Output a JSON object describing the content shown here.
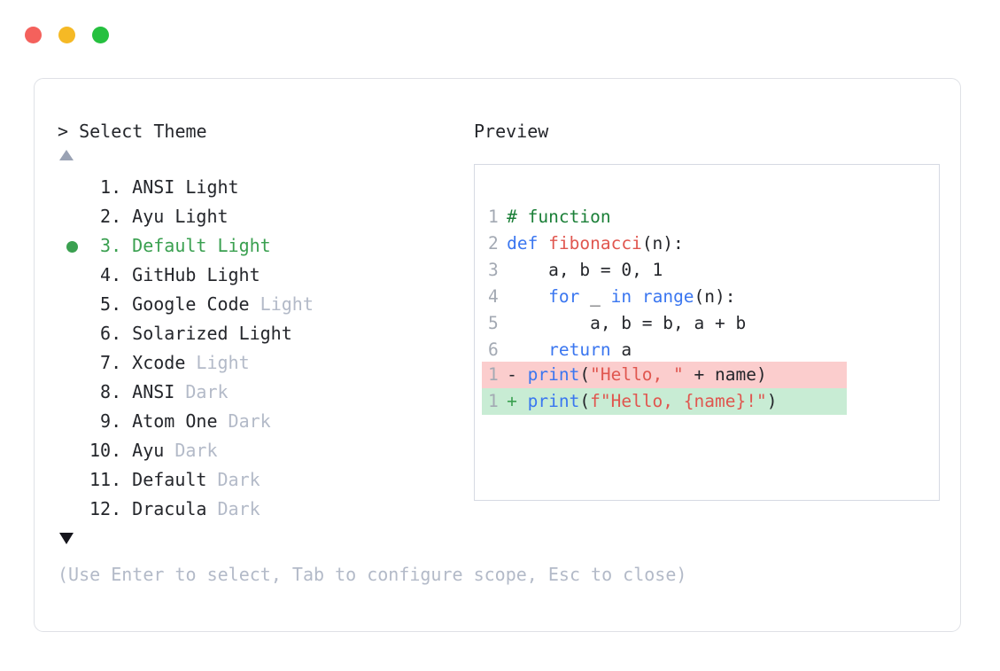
{
  "window": {
    "traffic_lights": [
      {
        "name": "close",
        "color": "#f4615c"
      },
      {
        "name": "minimize",
        "color": "#f5b925"
      },
      {
        "name": "maximize",
        "color": "#25c03f"
      }
    ]
  },
  "selector": {
    "prompt": "> Select Theme",
    "scroll_up_icon": "triangle-up",
    "scroll_down_icon": "triangle-down",
    "selected_index": 3,
    "selection_bullet_color": "#3aa050",
    "items": [
      {
        "num": " 1.",
        "name": "ANSI",
        "suffix": "Light",
        "suffix_dim": false,
        "selected": false
      },
      {
        "num": " 2.",
        "name": "Ayu",
        "suffix": "Light",
        "suffix_dim": false,
        "selected": false
      },
      {
        "num": " 3.",
        "name": "Default",
        "suffix": "Light",
        "suffix_dim": false,
        "selected": true
      },
      {
        "num": " 4.",
        "name": "GitHub",
        "suffix": "Light",
        "suffix_dim": false,
        "selected": false
      },
      {
        "num": " 5.",
        "name": "Google Code",
        "suffix": "Light",
        "suffix_dim": true,
        "selected": false
      },
      {
        "num": " 6.",
        "name": "Solarized",
        "suffix": "Light",
        "suffix_dim": false,
        "selected": false
      },
      {
        "num": " 7.",
        "name": "Xcode",
        "suffix": "Light",
        "suffix_dim": true,
        "selected": false
      },
      {
        "num": " 8.",
        "name": "ANSI",
        "suffix": "Dark",
        "suffix_dim": true,
        "selected": false
      },
      {
        "num": " 9.",
        "name": "Atom One",
        "suffix": "Dark",
        "suffix_dim": true,
        "selected": false
      },
      {
        "num": "10.",
        "name": "Ayu",
        "suffix": "Dark",
        "suffix_dim": true,
        "selected": false
      },
      {
        "num": "11.",
        "name": "Default",
        "suffix": "Dark",
        "suffix_dim": true,
        "selected": false
      },
      {
        "num": "12.",
        "name": "Dracula",
        "suffix": "Dark",
        "suffix_dim": true,
        "selected": false
      }
    ]
  },
  "hint": "(Use Enter to select, Tab to configure scope, Esc to close)",
  "preview": {
    "title": "Preview",
    "code_lines": [
      {
        "ln": "1",
        "tokens": [
          {
            "t": "# function",
            "c": "comment"
          }
        ]
      },
      {
        "ln": "2",
        "tokens": [
          {
            "t": "def ",
            "c": "kw"
          },
          {
            "t": "fibonacci",
            "c": "fn"
          },
          {
            "t": "(n):",
            "c": "plain"
          }
        ]
      },
      {
        "ln": "3",
        "tokens": [
          {
            "t": "    a, b = ",
            "c": "plain"
          },
          {
            "t": "0",
            "c": "num"
          },
          {
            "t": ", ",
            "c": "plain"
          },
          {
            "t": "1",
            "c": "num"
          }
        ]
      },
      {
        "ln": "4",
        "tokens": [
          {
            "t": "    ",
            "c": "plain"
          },
          {
            "t": "for",
            "c": "kw"
          },
          {
            "t": " _ ",
            "c": "plain"
          },
          {
            "t": "in",
            "c": "kw"
          },
          {
            "t": " ",
            "c": "plain"
          },
          {
            "t": "range",
            "c": "builtin"
          },
          {
            "t": "(n):",
            "c": "plain"
          }
        ]
      },
      {
        "ln": "5",
        "tokens": [
          {
            "t": "        a, b = b, a + b",
            "c": "plain"
          }
        ]
      },
      {
        "ln": "6",
        "tokens": [
          {
            "t": "    ",
            "c": "plain"
          },
          {
            "t": "return",
            "c": "kw"
          },
          {
            "t": " a",
            "c": "plain"
          }
        ]
      }
    ],
    "diff_lines": [
      {
        "ln": "1",
        "sign": "-",
        "kind": "del",
        "bg": "#fbcdcd",
        "tokens": [
          {
            "t": "print",
            "c": "builtin"
          },
          {
            "t": "(",
            "c": "plain"
          },
          {
            "t": "\"Hello, \"",
            "c": "str"
          },
          {
            "t": " + name)",
            "c": "plain"
          }
        ]
      },
      {
        "ln": "1",
        "sign": "+",
        "kind": "add",
        "bg": "#c8ecd4",
        "tokens": [
          {
            "t": "print",
            "c": "builtin"
          },
          {
            "t": "(",
            "c": "plain"
          },
          {
            "t": "f\"Hello, {name}!\"",
            "c": "str"
          },
          {
            "t": ")",
            "c": "plain"
          }
        ]
      }
    ]
  }
}
